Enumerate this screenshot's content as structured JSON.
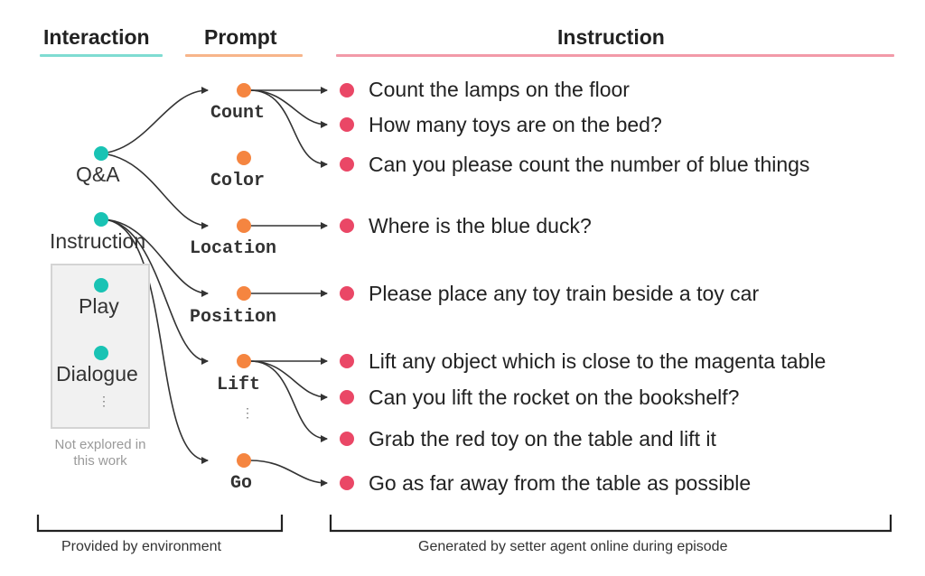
{
  "headers": {
    "interaction": "Interaction",
    "prompt": "Prompt",
    "instruction": "Instruction"
  },
  "colors": {
    "interaction": "#19c3b4",
    "prompt": "#f58540",
    "instruction": "#ea4766",
    "interaction_underline": "#7fdcd2",
    "prompt_underline": "#f7b58a",
    "instruction_underline": "#f29aa8"
  },
  "interactions": [
    "Q&A",
    "Instruction",
    "Play",
    "Dialogue"
  ],
  "interaction_more": "⋮",
  "not_explored_note": "Not explored in this work",
  "prompts": [
    "Count",
    "Color",
    "Location",
    "Position",
    "Lift",
    "Go"
  ],
  "prompt_more": "⋮",
  "instructions": [
    "Count the lamps on the floor",
    "How many toys are on the bed?",
    "Can you please count the number of blue things",
    "Where is the blue duck?",
    "Please place any toy train beside a toy car",
    "Lift any object which is close to the magenta table",
    "Can you lift the rocket on the bookshelf?",
    "Grab the red toy on the table and lift it",
    "Go as far away from the table as possible"
  ],
  "footers": {
    "left": "Provided by environment",
    "right": "Generated by setter agent online during episode"
  }
}
